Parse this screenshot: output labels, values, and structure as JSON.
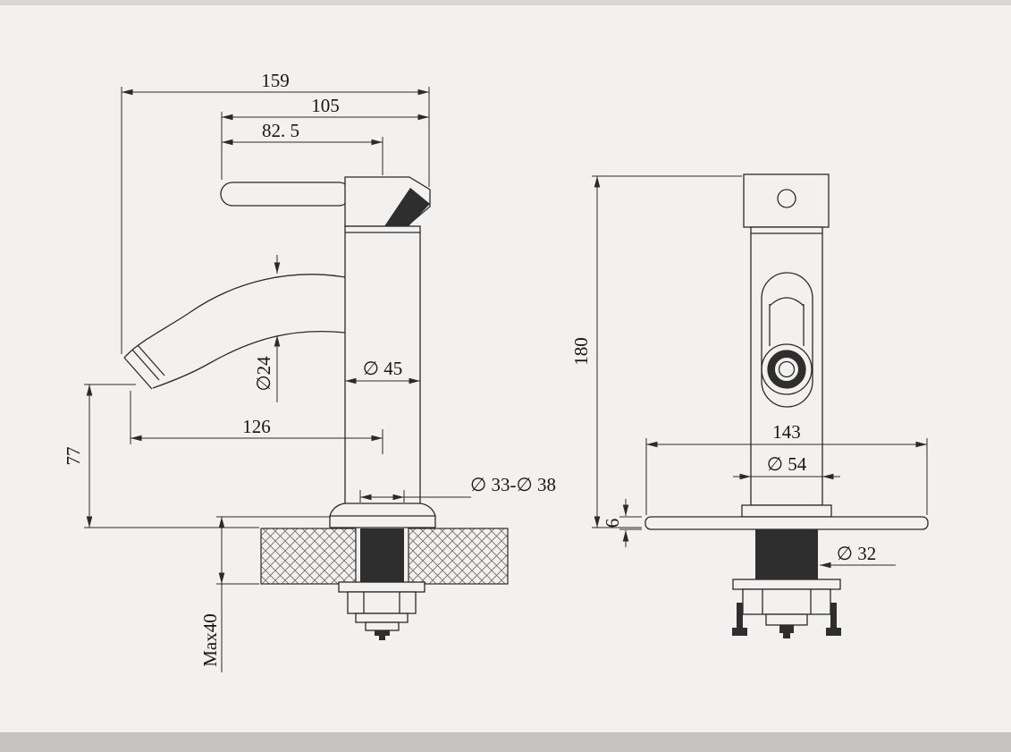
{
  "page": {
    "background_color": "#f2f1ef",
    "frame_color": "#c5c4c2"
  },
  "drawing": {
    "type": "technical-drawing",
    "subject": "single-handle basin faucet, two orthographic views with dimensions",
    "side_view": {
      "overall_length": "159",
      "handle_length": "105",
      "handle_to_axis": "82. 5",
      "spout_tube_diameter": "∅24",
      "body_diameter": "∅ 45",
      "spout_reach": "126",
      "spout_height": "77",
      "mount_hole_diameter": "∅ 33-∅ 38",
      "max_counter_thickness": "Max40"
    },
    "front_view": {
      "total_height": "180",
      "base_plate_width": "143",
      "body_width_diameter": "∅ 54",
      "base_plate_thickness": "6",
      "shank_diameter": "∅ 32"
    }
  }
}
